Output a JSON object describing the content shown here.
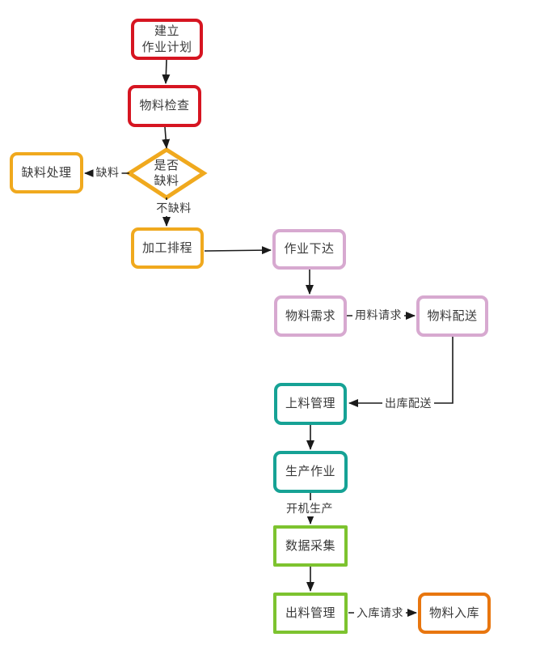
{
  "colors": {
    "red": "#d61521",
    "amber": "#f0a91e",
    "pink": "#d7a9d0",
    "teal": "#16a295",
    "green": "#7dc32f",
    "orange": "#e8760f",
    "line": "#1a1a1a",
    "text": "#3a3a3a",
    "background": "#ffffff"
  },
  "nodes": {
    "plan": {
      "label": "建立\n作业计划"
    },
    "material_check": {
      "label": "物料检查"
    },
    "shortage_decision": {
      "label": "是否\n缺料"
    },
    "shortage_handling": {
      "label": "缺料处理"
    },
    "processing_schedule": {
      "label": "加工排程"
    },
    "job_release": {
      "label": "作业下达"
    },
    "material_demand": {
      "label": "物料需求"
    },
    "material_delivery": {
      "label": "物料配送"
    },
    "loading_management": {
      "label": "上料管理"
    },
    "production_operation": {
      "label": "生产作业"
    },
    "data_collection": {
      "label": "数据采集"
    },
    "discharge_management": {
      "label": "出料管理"
    },
    "material_warehousing": {
      "label": "物料入库"
    }
  },
  "edge_labels": {
    "shortage": "缺料",
    "no_shortage": "不缺料",
    "material_request": "用料请求",
    "outbound_delivery": "出库配送",
    "machine_start": "开机生产",
    "inbound_request": "入库请求"
  }
}
